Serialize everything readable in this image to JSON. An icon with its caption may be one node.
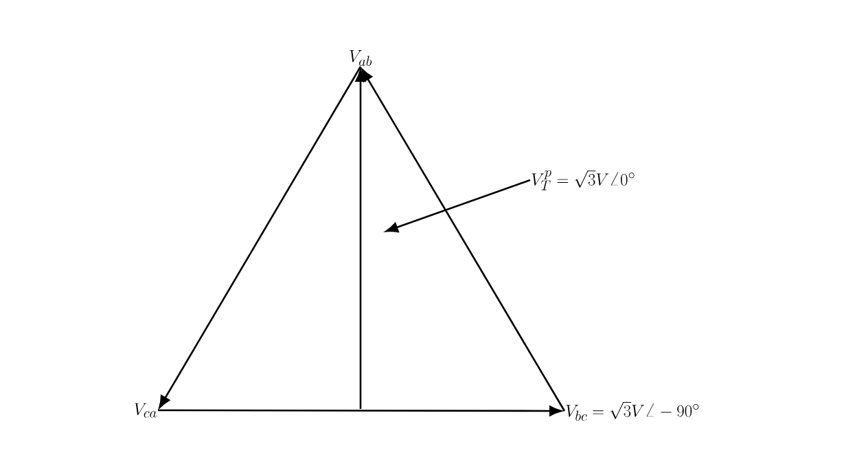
{
  "diagram": {
    "nodes": [
      {
        "text": [
          "V_{ab}"
        ]
      },
      {
        "text": [
          "V_{ca}"
        ]
      },
      {
        "text": [
          "V_{bc} = \\sqrt{3}V \\angle -90^\\circ"
        ]
      },
      {
        "text": [
          "V_T^p = \\sqrt{3}V \\angle 0^\\circ"
        ]
      }
    ],
    "edges": [
      {
        "from": 2,
        "to": 0,
        "arrow": "to"
      },
      {
        "from": 0,
        "to": 1,
        "arrow": "to"
      },
      {
        "from": 1,
        "to": 2,
        "arrow": "to"
      },
      {
        "from": null,
        "to": 0,
        "arrow": "to"
      },
      {
        "from": 3,
        "to": null,
        "arrow": "to"
      }
    ]
  }
}
